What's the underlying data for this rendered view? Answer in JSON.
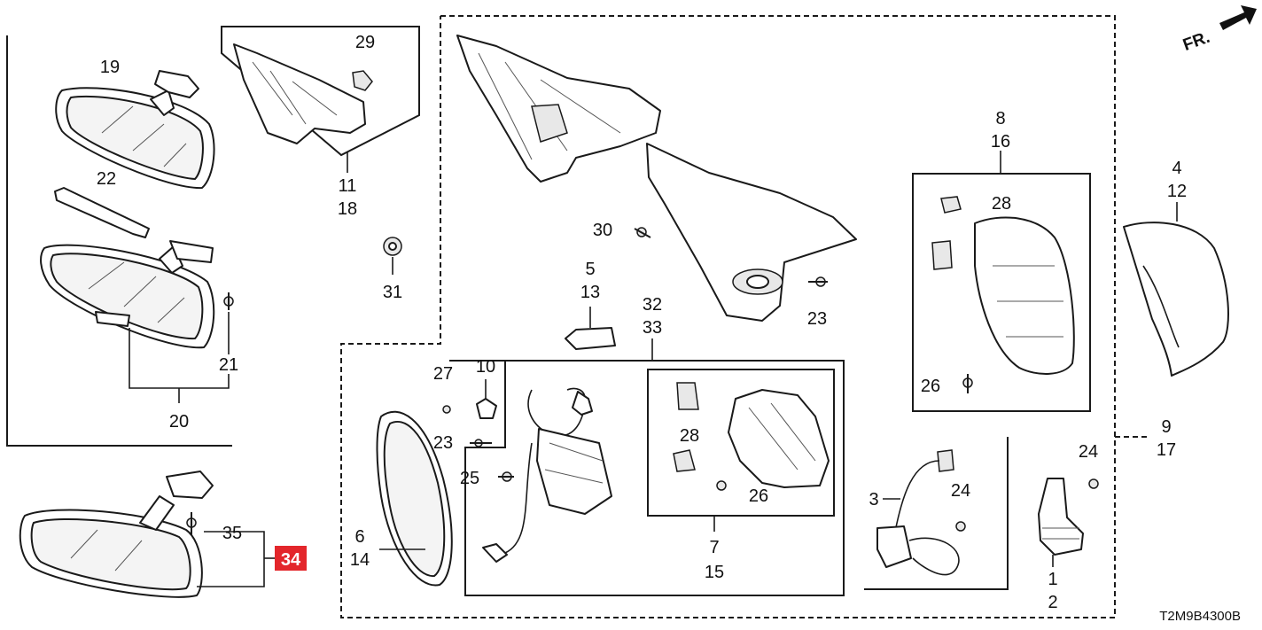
{
  "diagram": {
    "direction_marker": "FR.",
    "diagram_code": "T2M9B4300B",
    "highlight_color": "#e3262b",
    "highlighted_callout": "34",
    "callouts": {
      "c19": "19",
      "c22": "22",
      "c21": "21",
      "c20": "20",
      "c29": "29",
      "c11": "11",
      "c18": "18",
      "c31": "31",
      "c30": "30",
      "c5": "5",
      "c13": "13",
      "c32": "32",
      "c33": "33",
      "c23a": "23",
      "c23b": "23",
      "c8": "8",
      "c16": "16",
      "c28a": "28",
      "c26a": "26",
      "c4": "4",
      "c12": "12",
      "c27": "27",
      "c10": "10",
      "c25": "25",
      "c28b": "28",
      "c26b": "26",
      "c6": "6",
      "c14": "14",
      "c7": "7",
      "c15": "15",
      "c9": "9",
      "c17": "17",
      "c3": "3",
      "c24a": "24",
      "c24b": "24",
      "c1": "1",
      "c2": "2",
      "c35": "35",
      "c34": "34"
    }
  }
}
